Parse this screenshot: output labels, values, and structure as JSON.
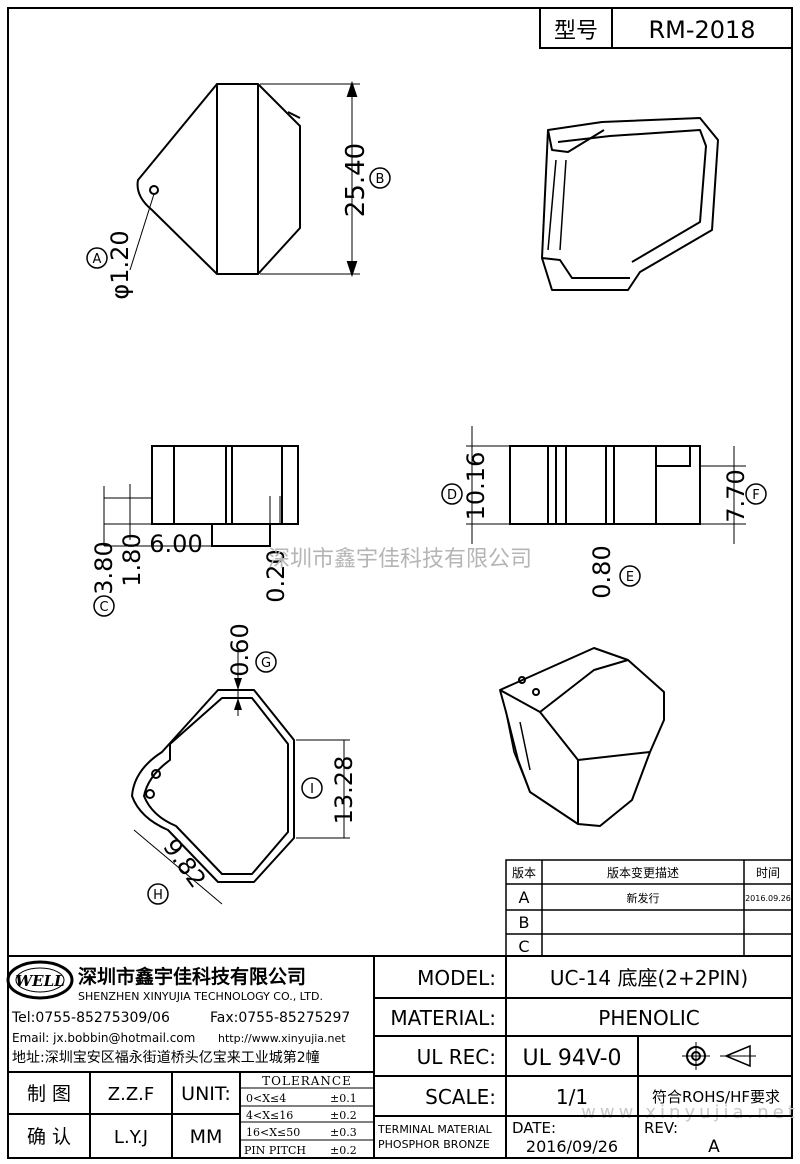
{
  "header": {
    "type_label": "型号",
    "type_value": "RM-2018"
  },
  "dimensions": {
    "d_2540": "25.40",
    "d_120": "φ1.20",
    "d_380": "3.80",
    "d_180": "1.80",
    "d_600": "6.00",
    "d_020": "0.20",
    "d_1016": "10.16",
    "d_770": "7.70",
    "d_080": "0.80",
    "d_060": "0.60",
    "d_1328": "13.28",
    "d_982": "9.82"
  },
  "markers": {
    "A": "A",
    "B": "B",
    "C": "C",
    "D": "D",
    "E": "E",
    "F": "F",
    "G": "G",
    "H": "H",
    "I": "I"
  },
  "watermarks": {
    "company": "深圳市鑫宇佳科技有限公司",
    "site": "www.xinyujia.net"
  },
  "revision_table": {
    "headers": [
      "版本",
      "版本变更描述",
      "时间"
    ],
    "rows": [
      {
        "ver": "A",
        "desc": "新发行",
        "date": "2016.09.26"
      },
      {
        "ver": "B",
        "desc": "",
        "date": ""
      },
      {
        "ver": "C",
        "desc": "",
        "date": ""
      }
    ]
  },
  "company": {
    "logo_text": "WELL",
    "name_cn": "深圳市鑫宇佳科技有限公司",
    "name_en": "SHENZHEN XINYUJIA TECHNOLOGY CO., LTD.",
    "tel": "Tel:0755-85275309/06",
    "fax": "Fax:0755-85275297",
    "email": "Email: jx.bobbin@hotmail.com",
    "url": "http://www.xinyujia.net",
    "address": "地址:深圳宝安区福永街道桥头亿宝来工业城第2幢"
  },
  "specs": {
    "model_label": "MODEL:",
    "model_value": "UC-14 底座(2+2PIN)",
    "material_label": "MATERIAL:",
    "material_value": "PHENOLIC",
    "ulrec_label": "UL REC:",
    "ulrec_value": "UL 94V-0",
    "scale_label": "SCALE:",
    "scale_value": "1/1",
    "rohs": "符合ROHS/HF要求"
  },
  "signoff": {
    "draw_label": "制 图",
    "draw_value": "Z.Z.F",
    "confirm_label": "确 认",
    "confirm_value": "L.Y.J",
    "unit_label": "UNIT:",
    "unit_value": "MM"
  },
  "tolerance": {
    "title": "TOLERANCE",
    "rows": [
      {
        "range": "0<X≤4",
        "value": "±0.1"
      },
      {
        "range": "4<X≤16",
        "value": "±0.2"
      },
      {
        "range": "16<X≤50",
        "value": "±0.3"
      },
      {
        "range": "PIN PITCH",
        "value": "±0.2"
      }
    ]
  },
  "terminal": {
    "line1": "TERMINAL MATERIAL",
    "line2": "PHOSPHOR BRONZE"
  },
  "date": {
    "label": "DATE:",
    "value": "2016/09/26"
  },
  "rev": {
    "label": "REV:",
    "value": "A"
  }
}
